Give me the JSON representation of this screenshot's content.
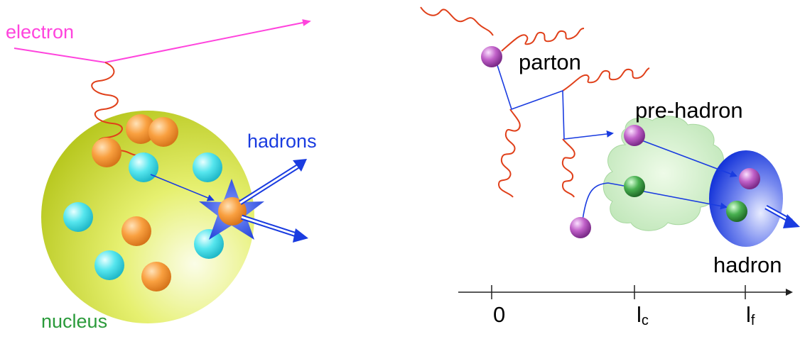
{
  "left_panel": {
    "electron_label": "electron",
    "hadrons_label": "hadrons",
    "nucleus_label": "nucleus",
    "colors": {
      "electron": "#ff44dd",
      "photon": "#e0401a",
      "hadrons": "#1a3ce0",
      "nucleus_label": "#2a9a3a",
      "nucleus_fill": "#d8e830",
      "proton": "#f59a40",
      "neutron": "#4fe0e8"
    }
  },
  "right_panel": {
    "parton_label": "parton",
    "prehadron_label": "pre-hadron",
    "hadron_label": "hadron",
    "axis": {
      "tick_0": "0",
      "tick_lc_main": "l",
      "tick_lc_sub": "c",
      "tick_lf_main": "l",
      "tick_lf_sub": "f"
    },
    "colors": {
      "parton": "#b04ab8",
      "quark_green": "#3aa040",
      "gluon": "#e0401a",
      "track": "#1a3ce0",
      "prehadron_cloud": "#cdeec8",
      "hadron_fill": "#2040e0"
    }
  }
}
